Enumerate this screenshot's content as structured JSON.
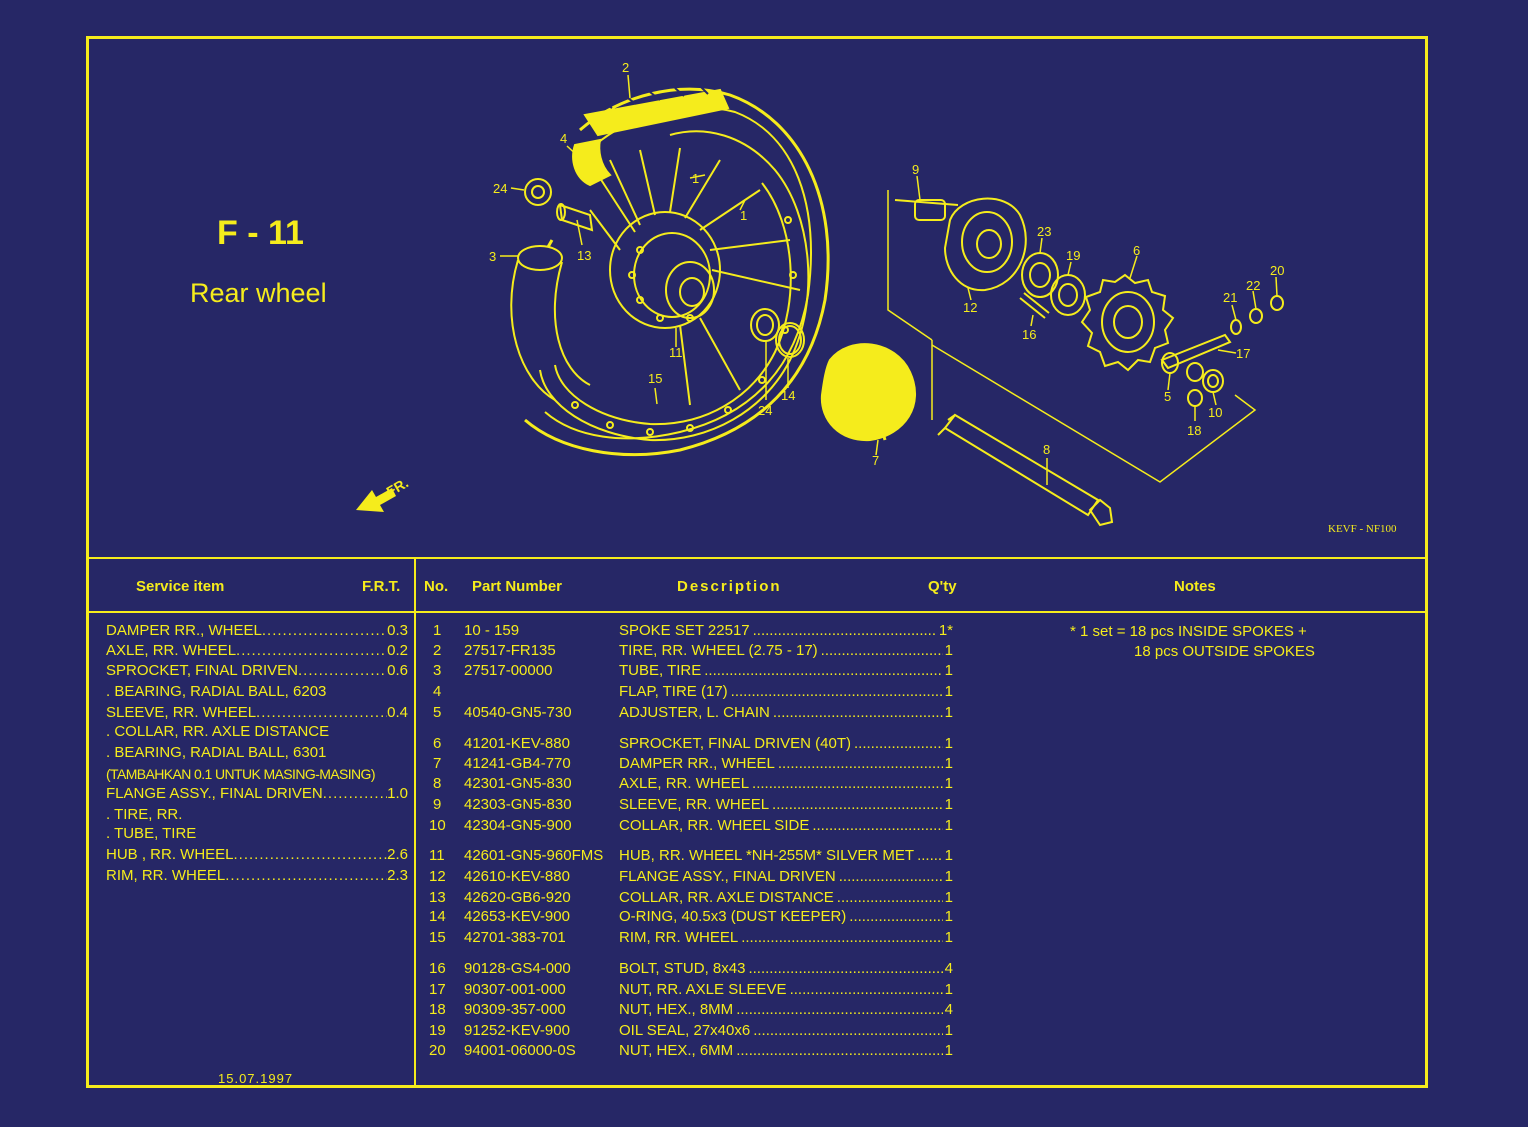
{
  "figure": {
    "code": "F - 11",
    "name": "Rear wheel",
    "model_code": "KEVF - NF100",
    "direction_label": "FR."
  },
  "callouts": [
    "1",
    "1",
    "2",
    "3",
    "4",
    "5",
    "6",
    "7",
    "8",
    "9",
    "10",
    "11",
    "12",
    "13",
    "14",
    "15",
    "16",
    "17",
    "18",
    "19",
    "20",
    "21",
    "22",
    "23",
    "24",
    "24"
  ],
  "headers": {
    "service_item": "Service item",
    "frt": "F.R.T.",
    "no": "No.",
    "part_number": "Part Number",
    "description": "Description",
    "qty": "Q'ty",
    "notes": "Notes"
  },
  "service_items": [
    {
      "name": "DAMPER RR., WHEEL",
      "frt": "0.3"
    },
    {
      "name": "AXLE, RR. WHEEL",
      "frt": "0.2"
    },
    {
      "name": "SPROCKET, FINAL DRIVEN",
      "frt": "0.6"
    },
    {
      "name": ". BEARING, RADIAL BALL, 6203",
      "frt": ""
    },
    {
      "name": "SLEEVE, RR. WHEEL",
      "frt": "0.4"
    },
    {
      "name": ". COLLAR, RR. AXLE DISTANCE",
      "frt": ""
    },
    {
      "name": ". BEARING, RADIAL BALL, 6301",
      "frt": ""
    },
    {
      "name": "(TAMBAHKAN 0.1 UNTUK MASING-MASING)",
      "frt": ""
    },
    {
      "name": "FLANGE ASSY., FINAL DRIVEN",
      "frt": "1.0"
    },
    {
      "name": ". TIRE, RR.",
      "frt": ""
    },
    {
      "name": ". TUBE, TIRE",
      "frt": ""
    },
    {
      "name": "HUB , RR. WHEEL",
      "frt": "2.6"
    },
    {
      "name": "RIM, RR. WHEEL",
      "frt": "2.3"
    }
  ],
  "parts": [
    {
      "no": "1",
      "part": "10 - 159",
      "desc": "SPOKE SET 22517",
      "qty": "1*"
    },
    {
      "no": "2",
      "part": "27517-FR135",
      "desc": "TIRE, RR. WHEEL (2.75 - 17)",
      "qty": "1"
    },
    {
      "no": "3",
      "part": "27517-00000",
      "desc": "TUBE, TIRE",
      "qty": "1"
    },
    {
      "no": "4",
      "part": "",
      "desc": "FLAP, TIRE  (17)",
      "qty": "1"
    },
    {
      "no": "5",
      "part": "40540-GN5-730",
      "desc": "ADJUSTER, L. CHAIN",
      "qty": "1"
    },
    {
      "no": "6",
      "part": "41201-KEV-880",
      "desc": "SPROCKET, FINAL DRIVEN (40T)",
      "qty": "1"
    },
    {
      "no": "7",
      "part": "41241-GB4-770",
      "desc": "DAMPER RR., WHEEL",
      "qty": "1"
    },
    {
      "no": "8",
      "part": "42301-GN5-830",
      "desc": "AXLE, RR. WHEEL",
      "qty": "1"
    },
    {
      "no": "9",
      "part": "42303-GN5-830",
      "desc": "SLEEVE, RR. WHEEL",
      "qty": "1"
    },
    {
      "no": "10",
      "part": "42304-GN5-900",
      "desc": "COLLAR, RR. WHEEL SIDE",
      "qty": "1"
    },
    {
      "no": "11",
      "part": "42601-GN5-960FMS",
      "desc": "HUB, RR. WHEEL *NH-255M* SILVER MET",
      "qty": "1"
    },
    {
      "no": "12",
      "part": "42610-KEV-880",
      "desc": "FLANGE ASSY., FINAL DRIVEN",
      "qty": "1"
    },
    {
      "no": "13",
      "part": "42620-GB6-920",
      "desc": "COLLAR, RR. AXLE DISTANCE",
      "qty": "1"
    },
    {
      "no": "14",
      "part": "42653-KEV-900",
      "desc": "O-RING, 40.5x3 (DUST KEEPER)",
      "qty": "1"
    },
    {
      "no": "15",
      "part": "42701-383-701",
      "desc": "RIM, RR. WHEEL",
      "qty": "1"
    },
    {
      "no": "16",
      "part": "90128-GS4-000",
      "desc": "BOLT, STUD, 8x43",
      "qty": "4"
    },
    {
      "no": "17",
      "part": "90307-001-000",
      "desc": "NUT, RR. AXLE SLEEVE",
      "qty": "1"
    },
    {
      "no": "18",
      "part": "90309-357-000",
      "desc": "NUT, HEX., 8MM",
      "qty": "4"
    },
    {
      "no": "19",
      "part": "91252-KEV-900",
      "desc": "OIL SEAL, 27x40x6",
      "qty": "1"
    },
    {
      "no": "20",
      "part": "94001-06000-0S",
      "desc": "NUT, HEX., 6MM",
      "qty": "1"
    }
  ],
  "notes": [
    "* 1 set = 18 pcs INSIDE SPOKES +",
    "18 pcs OUTSIDE SPOKES"
  ],
  "date": "15.07.1997",
  "colors": {
    "background": "#262766",
    "ink": "#f5ec1c"
  }
}
